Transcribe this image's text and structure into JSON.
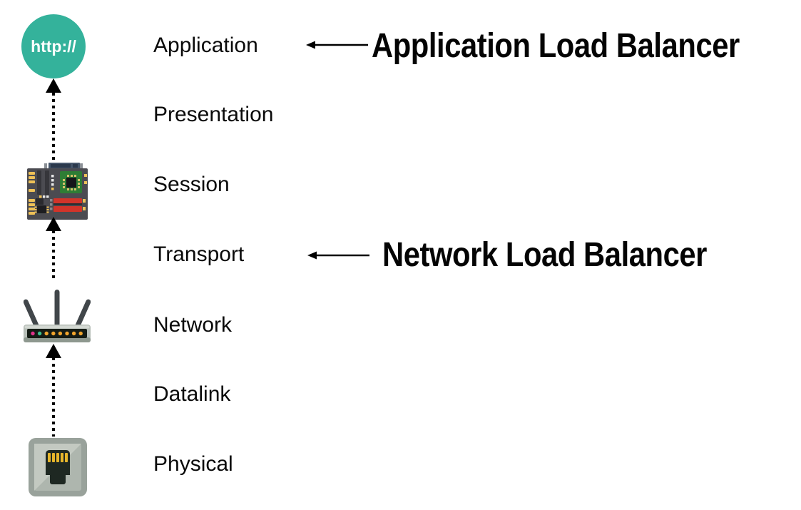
{
  "layers": [
    {
      "label": "Application"
    },
    {
      "label": "Presentation"
    },
    {
      "label": "Session"
    },
    {
      "label": "Transport"
    },
    {
      "label": "Network"
    },
    {
      "label": "Datalink"
    },
    {
      "label": "Physical"
    }
  ],
  "icons": {
    "http_badge_label": "http://",
    "names": [
      "http-browser-icon",
      "motherboard-icon",
      "wifi-router-icon",
      "ethernet-port-icon"
    ]
  },
  "annotations": [
    {
      "label": "Application Load Balancer",
      "points_to_layer": "Application"
    },
    {
      "label": "Network Load Balancer",
      "points_to_layer": "Transport"
    }
  ],
  "colors": {
    "http_circle": "#34b29b",
    "ink": "#000000",
    "background": "#ffffff",
    "motherboard_body": "#4b4b51",
    "cpu_green": "#2e7d35",
    "ram_red": "#d2342a",
    "pin_yellow": "#eec157",
    "led_pink": "#e0338a",
    "led_green": "#3cc08c",
    "led_orange": "#f0a42d"
  }
}
